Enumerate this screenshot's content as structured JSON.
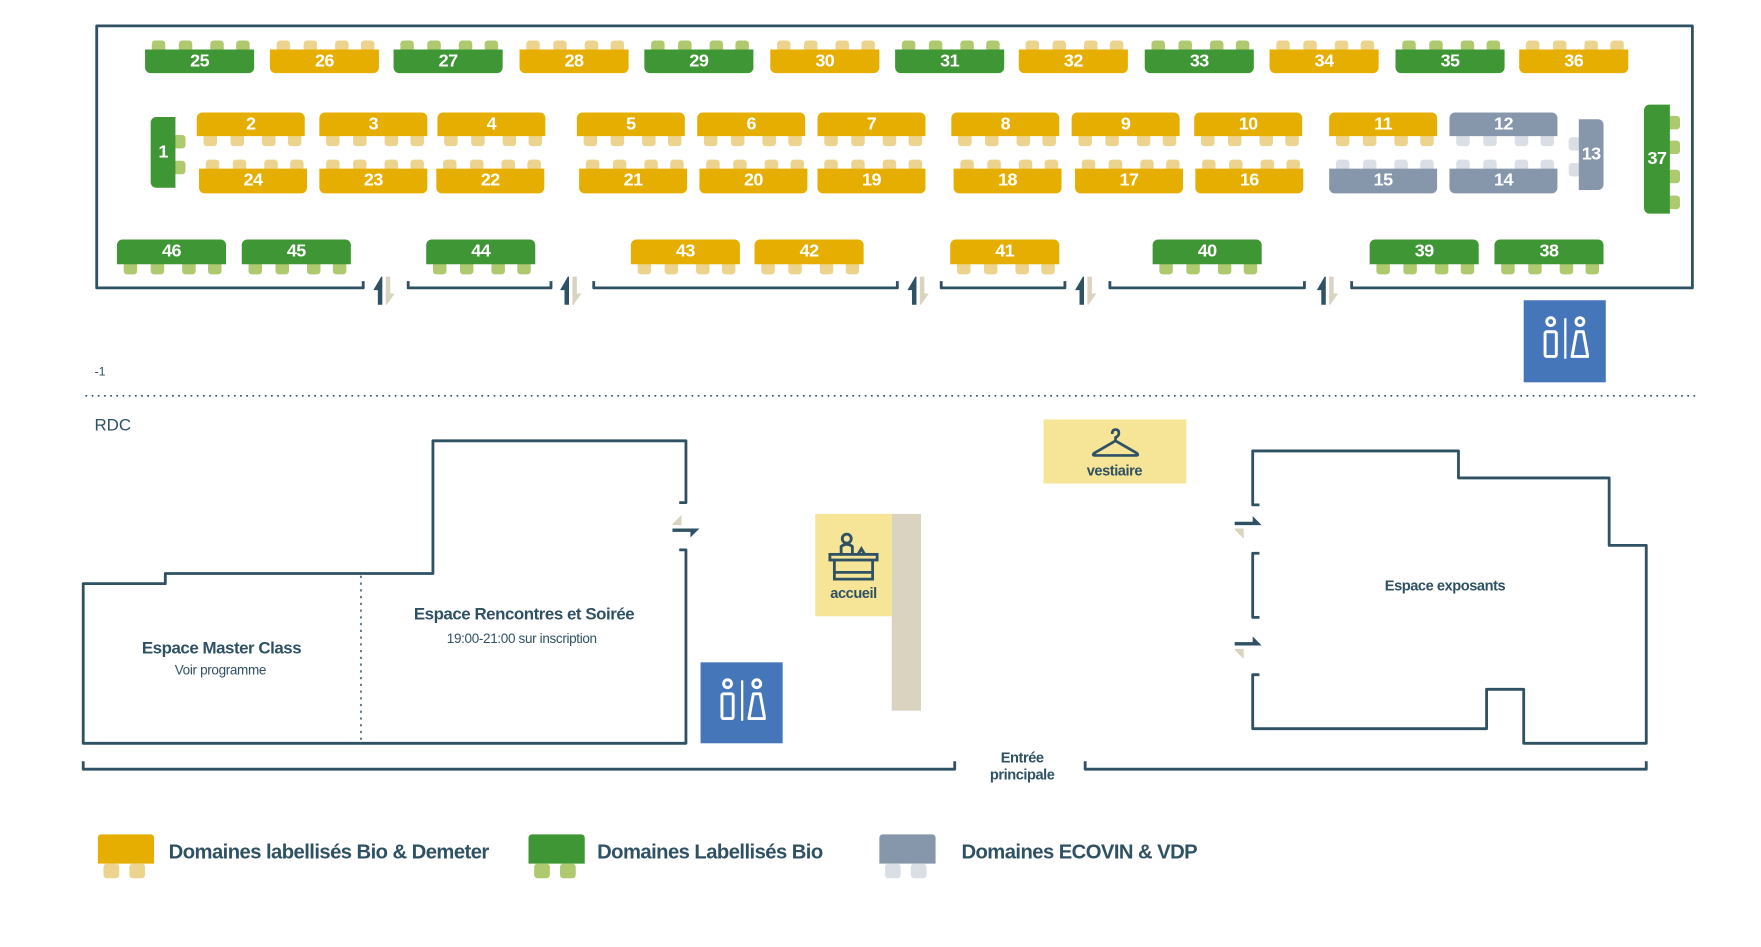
{
  "colors": {
    "bio_demeter": "#E6AE00",
    "bio_demeter_chair": "#EDD48E",
    "bio": "#3F9635",
    "bio_chair": "#AEC96E",
    "ecovin_vdp": "#8797AB",
    "ecovin_vdp_chair": "#DADFE6",
    "walls": "#2F5164",
    "toilets": "#4676BA",
    "service": "#F7E597",
    "counter": "#DAD3C0"
  },
  "levels": {
    "lower": "-1",
    "ground": "RDC"
  },
  "tables": [
    {
      "n": "1",
      "cat": "bio"
    },
    {
      "n": "2",
      "cat": "bio_demeter"
    },
    {
      "n": "3",
      "cat": "bio_demeter"
    },
    {
      "n": "4",
      "cat": "bio_demeter"
    },
    {
      "n": "5",
      "cat": "bio_demeter"
    },
    {
      "n": "6",
      "cat": "bio_demeter"
    },
    {
      "n": "7",
      "cat": "bio_demeter"
    },
    {
      "n": "8",
      "cat": "bio_demeter"
    },
    {
      "n": "9",
      "cat": "bio_demeter"
    },
    {
      "n": "10",
      "cat": "bio_demeter"
    },
    {
      "n": "11",
      "cat": "bio_demeter"
    },
    {
      "n": "12",
      "cat": "ecovin_vdp"
    },
    {
      "n": "13",
      "cat": "ecovin_vdp"
    },
    {
      "n": "14",
      "cat": "ecovin_vdp"
    },
    {
      "n": "15",
      "cat": "ecovin_vdp"
    },
    {
      "n": "16",
      "cat": "bio_demeter"
    },
    {
      "n": "17",
      "cat": "bio_demeter"
    },
    {
      "n": "18",
      "cat": "bio_demeter"
    },
    {
      "n": "19",
      "cat": "bio_demeter"
    },
    {
      "n": "20",
      "cat": "bio_demeter"
    },
    {
      "n": "21",
      "cat": "bio_demeter"
    },
    {
      "n": "22",
      "cat": "bio_demeter"
    },
    {
      "n": "23",
      "cat": "bio_demeter"
    },
    {
      "n": "24",
      "cat": "bio_demeter"
    },
    {
      "n": "25",
      "cat": "bio"
    },
    {
      "n": "26",
      "cat": "bio_demeter"
    },
    {
      "n": "27",
      "cat": "bio"
    },
    {
      "n": "28",
      "cat": "bio_demeter"
    },
    {
      "n": "29",
      "cat": "bio"
    },
    {
      "n": "30",
      "cat": "bio_demeter"
    },
    {
      "n": "31",
      "cat": "bio"
    },
    {
      "n": "32",
      "cat": "bio_demeter"
    },
    {
      "n": "33",
      "cat": "bio"
    },
    {
      "n": "34",
      "cat": "bio_demeter"
    },
    {
      "n": "35",
      "cat": "bio"
    },
    {
      "n": "36",
      "cat": "bio_demeter"
    },
    {
      "n": "37",
      "cat": "bio"
    },
    {
      "n": "38",
      "cat": "bio"
    },
    {
      "n": "39",
      "cat": "bio"
    },
    {
      "n": "40",
      "cat": "bio"
    },
    {
      "n": "41",
      "cat": "bio_demeter"
    },
    {
      "n": "42",
      "cat": "bio_demeter"
    },
    {
      "n": "43",
      "cat": "bio_demeter"
    },
    {
      "n": "44",
      "cat": "bio"
    },
    {
      "n": "45",
      "cat": "bio"
    },
    {
      "n": "46",
      "cat": "bio"
    }
  ],
  "rooms": {
    "master_class": {
      "title": "Espace Master Class",
      "subtitle": "Voir programme"
    },
    "rencontres": {
      "title": "Espace Rencontres et Soirée",
      "subtitle": "19:00-21:00 sur inscription"
    },
    "exposants": {
      "title": "Espace exposants"
    },
    "accueil": {
      "label": "accueil",
      "icon": "reception-desk-icon"
    },
    "vestiaire": {
      "label": "vestiaire",
      "icon": "coat-hanger-icon"
    },
    "entrance": {
      "line1": "Entrée",
      "line2": "principale"
    },
    "toilets_icon": "restroom-icon",
    "stairs_icon": "stairs-up-down-icon",
    "door_icon": "door-in-out-icon"
  },
  "legend": [
    {
      "label": "Domaines labellisés Bio & Demeter",
      "cat": "bio_demeter"
    },
    {
      "label": "Domaines Labellisés Bio",
      "cat": "bio"
    },
    {
      "label": "Domaines ECOVIN & VDP",
      "cat": "ecovin_vdp"
    }
  ]
}
